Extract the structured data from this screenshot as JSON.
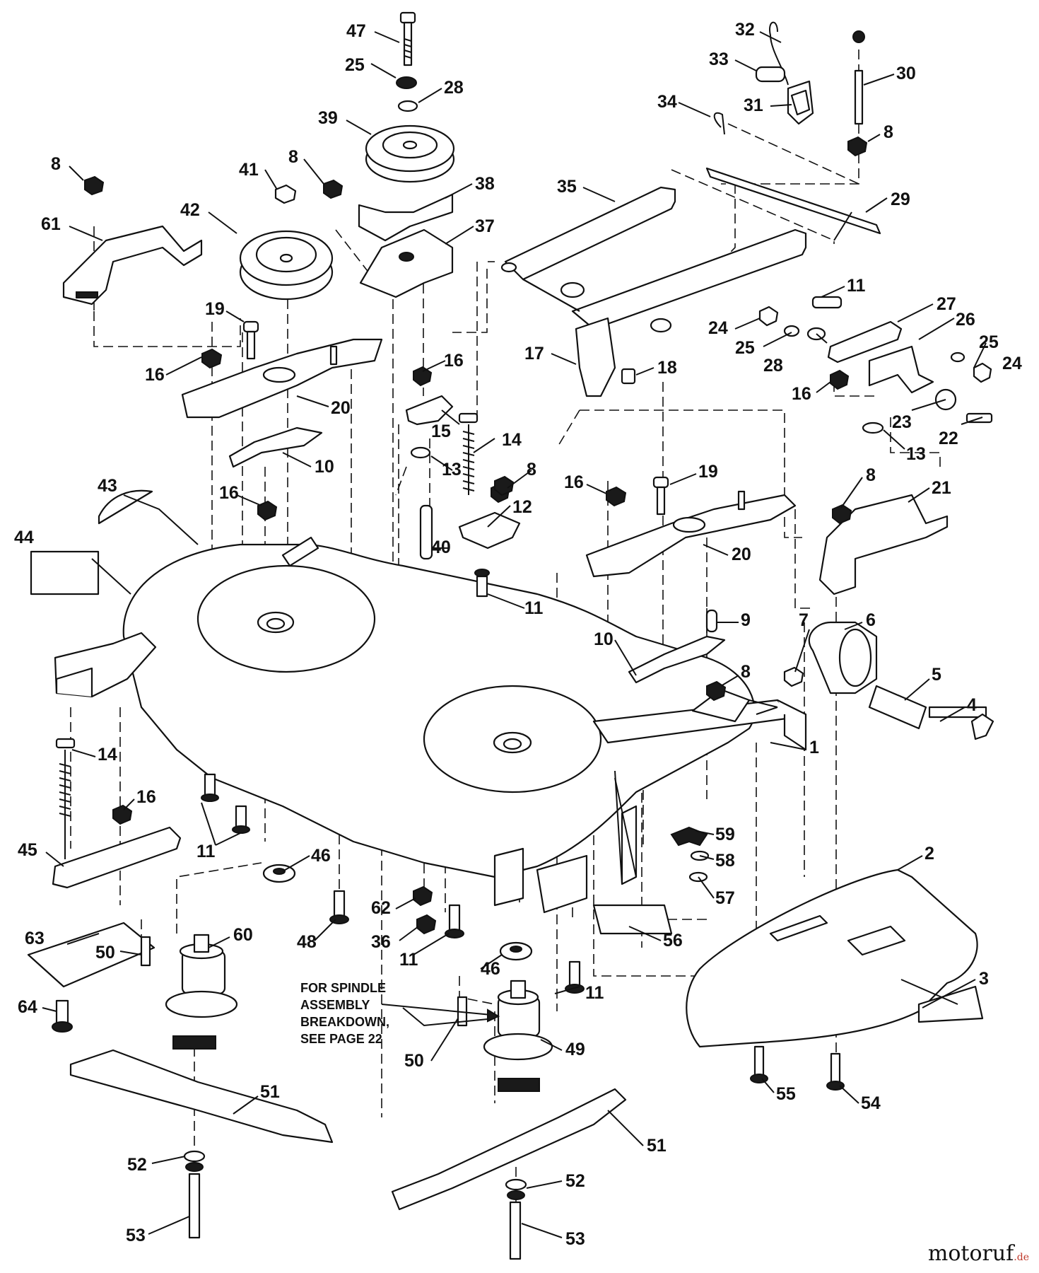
{
  "diagram": {
    "callouts": [
      {
        "id": "c1",
        "label": "47"
      },
      {
        "id": "c2",
        "label": "25"
      },
      {
        "id": "c3",
        "label": "28"
      },
      {
        "id": "c4",
        "label": "39"
      },
      {
        "id": "c5",
        "label": "38"
      },
      {
        "id": "c6",
        "label": "37"
      },
      {
        "id": "c7",
        "label": "8"
      },
      {
        "id": "c8",
        "label": "41"
      },
      {
        "id": "c9",
        "label": "42"
      },
      {
        "id": "c10",
        "label": "8"
      },
      {
        "id": "c11",
        "label": "61"
      },
      {
        "id": "c12",
        "label": "19"
      },
      {
        "id": "c13",
        "label": "16"
      },
      {
        "id": "c14",
        "label": "20"
      },
      {
        "id": "c15",
        "label": "10"
      },
      {
        "id": "c16",
        "label": "32"
      },
      {
        "id": "c17",
        "label": "33"
      },
      {
        "id": "c18",
        "label": "30"
      },
      {
        "id": "c19",
        "label": "31"
      },
      {
        "id": "c20",
        "label": "34"
      },
      {
        "id": "c21",
        "label": "8"
      },
      {
        "id": "c22",
        "label": "35"
      },
      {
        "id": "c23",
        "label": "29"
      },
      {
        "id": "c24",
        "label": "11"
      },
      {
        "id": "c25",
        "label": "27"
      },
      {
        "id": "c26",
        "label": "24"
      },
      {
        "id": "c27",
        "label": "26"
      },
      {
        "id": "c28",
        "label": "25"
      },
      {
        "id": "c29",
        "label": "28"
      },
      {
        "id": "c30",
        "label": "25"
      },
      {
        "id": "c31",
        "label": "24"
      },
      {
        "id": "c32",
        "label": "17"
      },
      {
        "id": "c33",
        "label": "18"
      },
      {
        "id": "c34",
        "label": "16"
      },
      {
        "id": "c35",
        "label": "16"
      },
      {
        "id": "c36",
        "label": "23"
      },
      {
        "id": "c37",
        "label": "22"
      },
      {
        "id": "c38",
        "label": "15"
      },
      {
        "id": "c39",
        "label": "14"
      },
      {
        "id": "c40",
        "label": "13"
      },
      {
        "id": "c41",
        "label": "13"
      },
      {
        "id": "c42",
        "label": "8"
      },
      {
        "id": "c43",
        "label": "12"
      },
      {
        "id": "c44",
        "label": "16"
      },
      {
        "id": "c45",
        "label": "19"
      },
      {
        "id": "c46",
        "label": "8"
      },
      {
        "id": "c47",
        "label": "21"
      },
      {
        "id": "c48",
        "label": "43"
      },
      {
        "id": "c49",
        "label": "16"
      },
      {
        "id": "c50",
        "label": "44"
      },
      {
        "id": "c51",
        "label": "40"
      },
      {
        "id": "c52",
        "label": "20"
      },
      {
        "id": "c53",
        "label": "11"
      },
      {
        "id": "c54",
        "label": "10"
      },
      {
        "id": "c55",
        "label": "7"
      },
      {
        "id": "c56",
        "label": "6"
      },
      {
        "id": "c57",
        "label": "9"
      },
      {
        "id": "c58",
        "label": "8"
      },
      {
        "id": "c59",
        "label": "5"
      },
      {
        "id": "c60",
        "label": "4"
      },
      {
        "id": "c61",
        "label": "1"
      },
      {
        "id": "c62",
        "label": "14"
      },
      {
        "id": "c63",
        "label": "16"
      },
      {
        "id": "c64",
        "label": "45"
      },
      {
        "id": "c65",
        "label": "11"
      },
      {
        "id": "c66",
        "label": "46"
      },
      {
        "id": "c67",
        "label": "59"
      },
      {
        "id": "c68",
        "label": "58"
      },
      {
        "id": "c69",
        "label": "57"
      },
      {
        "id": "c70",
        "label": "2"
      },
      {
        "id": "c71",
        "label": "63"
      },
      {
        "id": "c72",
        "label": "62"
      },
      {
        "id": "c73",
        "label": "48"
      },
      {
        "id": "c74",
        "label": "36"
      },
      {
        "id": "c75",
        "label": "11"
      },
      {
        "id": "c76",
        "label": "56"
      },
      {
        "id": "c77",
        "label": "46"
      },
      {
        "id": "c78",
        "label": "60"
      },
      {
        "id": "c79",
        "label": "11"
      },
      {
        "id": "c80",
        "label": "3"
      },
      {
        "id": "c81",
        "label": "64"
      },
      {
        "id": "c82",
        "label": "50"
      },
      {
        "id": "c83",
        "label": "49"
      },
      {
        "id": "c84",
        "label": "50"
      },
      {
        "id": "c85",
        "label": "51"
      },
      {
        "id": "c86",
        "label": "51"
      },
      {
        "id": "c87",
        "label": "55"
      },
      {
        "id": "c88",
        "label": "54"
      },
      {
        "id": "c89",
        "label": "52"
      },
      {
        "id": "c90",
        "label": "52"
      },
      {
        "id": "c91",
        "label": "53"
      },
      {
        "id": "c92",
        "label": "53"
      }
    ],
    "note": {
      "lines": [
        "FOR SPINDLE",
        "ASSEMBLY",
        "BREAKDOWN,",
        "SEE PAGE 22"
      ]
    }
  },
  "watermark": {
    "name": "motoruf",
    "tld": ".de"
  }
}
